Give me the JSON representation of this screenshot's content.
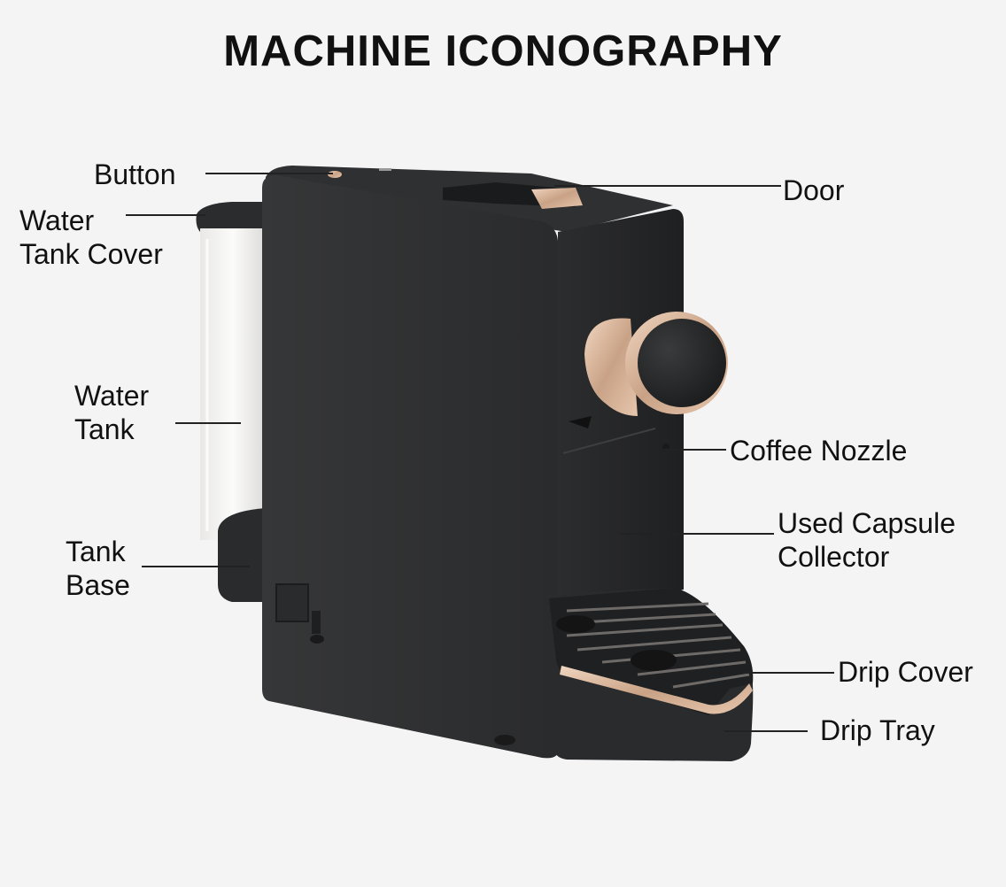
{
  "title": "MACHINE ICONOGRAPHY",
  "labels": {
    "button": "Button",
    "water_tank_cover": [
      "Water",
      "Tank Cover"
    ],
    "water_tank": [
      "Water",
      "Tank"
    ],
    "tank_base": [
      "Tank",
      "Base"
    ],
    "door": "Door",
    "coffee_nozzle": "Coffee Nozzle",
    "used_capsule_collector": [
      "Used Capsule",
      "Collector"
    ],
    "drip_cover": "Drip Cover",
    "drip_tray": "Drip Tray"
  },
  "colors": {
    "body": "#2e2f30",
    "body_dark": "#1f2021",
    "rose_gold": "#d6b49a",
    "tank_glass": "#f3f2f0",
    "background": "#f4f4f5"
  }
}
